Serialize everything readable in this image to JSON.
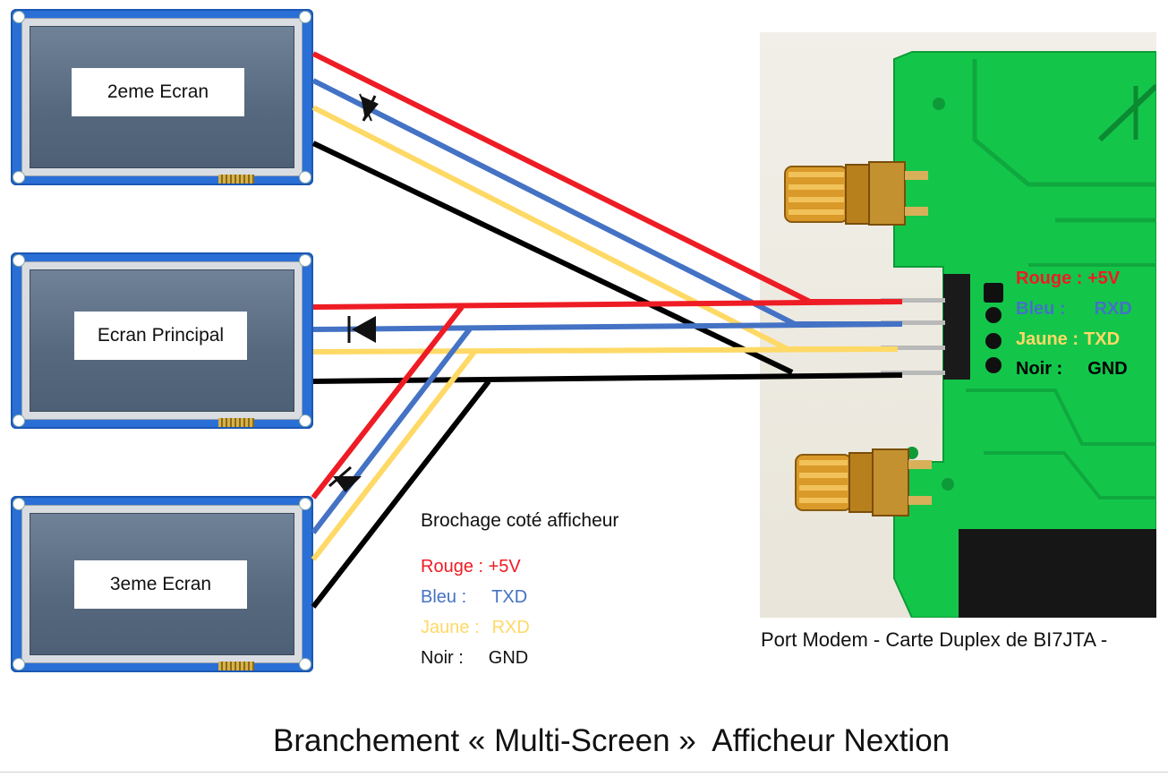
{
  "screens": {
    "second": "2eme Ecran",
    "main": "Ecran Principal",
    "third": "3eme Ecran"
  },
  "pcb_legend": {
    "red_label": "Rouge : +5V",
    "blue_name": "Bleu :",
    "blue_pin": "RXD",
    "yellow_name": "Jaune :",
    "yellow_pin": "TXD",
    "black_name": "Noir :",
    "black_pin": "GND"
  },
  "display_pinout": {
    "title": "Brochage coté afficheur",
    "red_label": "Rouge : +5V",
    "blue_name": "Bleu :",
    "blue_pin": "TXD",
    "yellow_name": "Jaune :",
    "yellow_pin": "RXD",
    "black_name": "Noir :",
    "black_pin": "GND"
  },
  "modem_caption": "Port Modem - Carte Duplex de BI7JTA -",
  "main_title": "Branchement « Multi-Screen »  Afficheur Nextion",
  "colors": {
    "red": "#ee1c24",
    "blue": "#4472c4",
    "yellow": "#ffd966",
    "black": "#000000",
    "pcb_green": "#13c64a",
    "pcb_yellow_text": "#ffd966"
  }
}
